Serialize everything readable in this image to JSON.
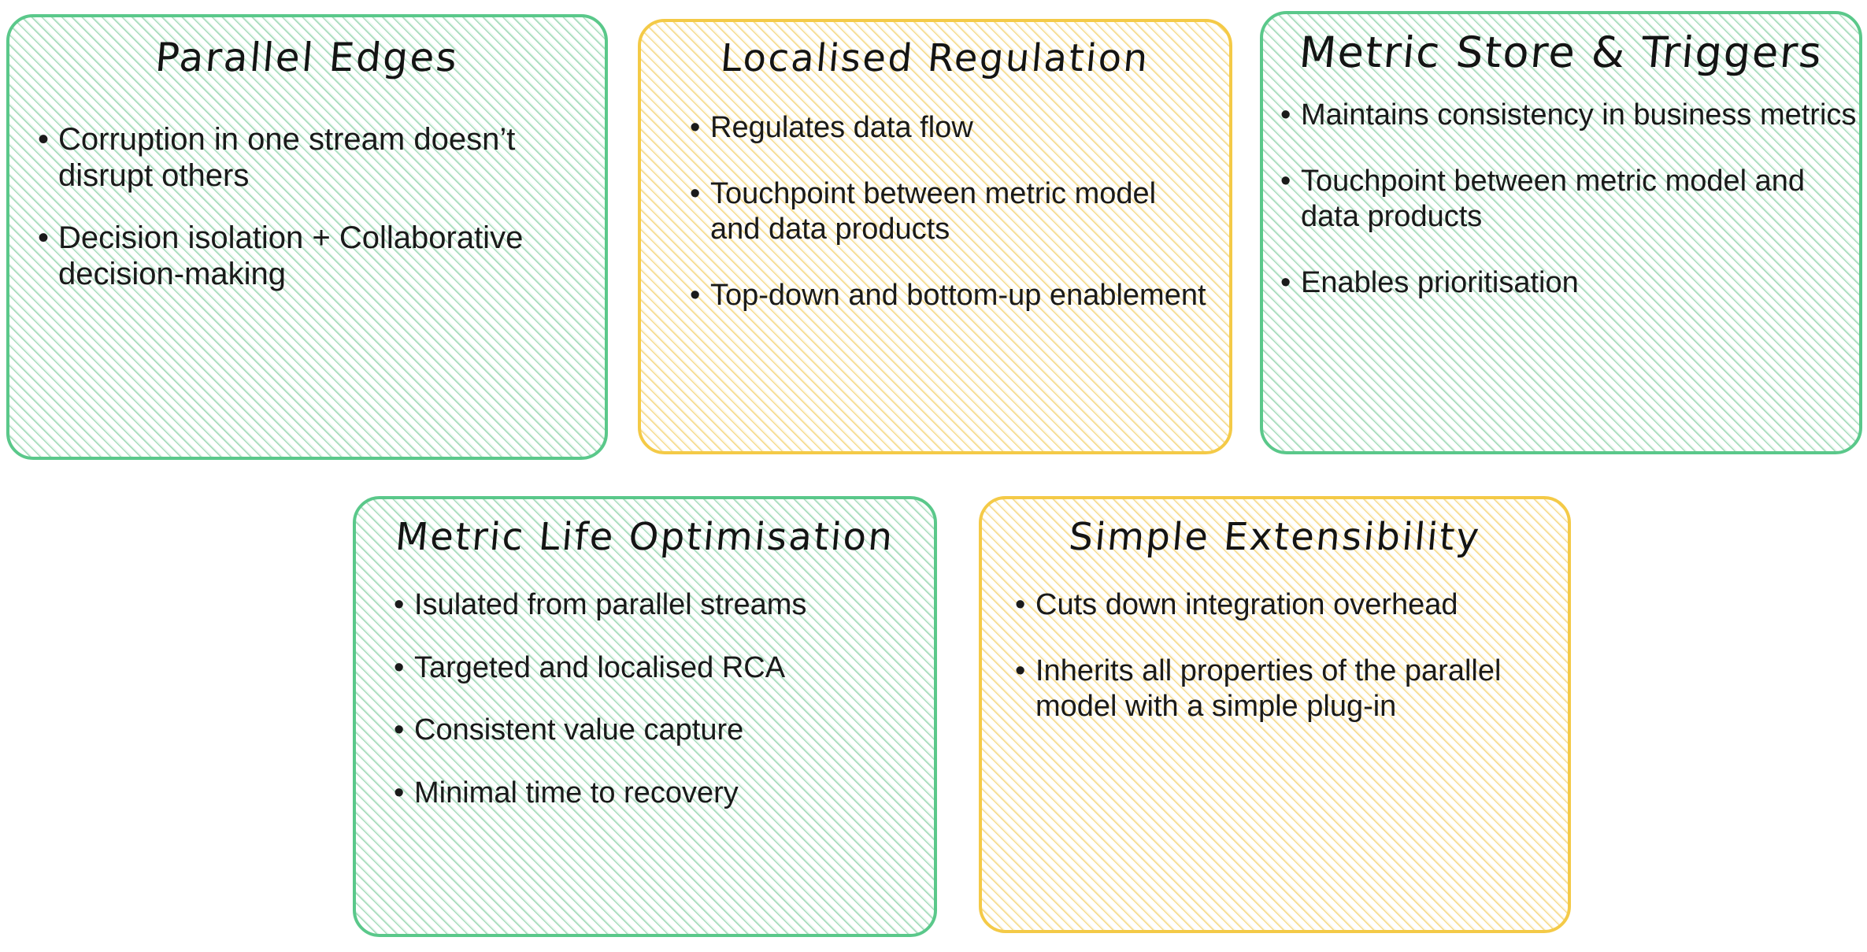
{
  "theme": {
    "background": "#ffffff",
    "green_border": "#5ac88a",
    "green_hatch": "#a9ddbe",
    "yellow_border": "#f4ca47",
    "yellow_hatch": "#f6dd93",
    "text": "#1a1a1a",
    "title_text": "#141414"
  },
  "bullet_glyph": "•",
  "cards": [
    {
      "id": "parallel-edges",
      "title": "Parallel Edges",
      "accent": "green",
      "bullets": [
        "Corruption in one stream doesn’t disrupt others",
        "Decision isolation + Collaborative decision-making"
      ]
    },
    {
      "id": "localised-regulation",
      "title": "Localised Regulation",
      "accent": "yellow",
      "bullets": [
        "Regulates data flow",
        "Touchpoint between metric model and data products",
        "Top-down and bottom-up enablement"
      ]
    },
    {
      "id": "metric-store",
      "title": "Metric Store & Triggers",
      "accent": "green",
      "bullets": [
        "Maintains consistency in business metrics",
        "Touchpoint between metric model and data products",
        "Enables prioritisation"
      ]
    },
    {
      "id": "metric-life",
      "title": "Metric Life Optimisation",
      "accent": "green",
      "bullets": [
        "Isulated from parallel streams",
        "Targeted and localised RCA",
        "Consistent value capture",
        "Minimal time to recovery"
      ]
    },
    {
      "id": "simple-extensibility",
      "title": "Simple Extensibility",
      "accent": "yellow",
      "bullets": [
        "Cuts down integration overhead",
        "Inherits all properties of the parallel model with a simple plug-in"
      ]
    }
  ]
}
